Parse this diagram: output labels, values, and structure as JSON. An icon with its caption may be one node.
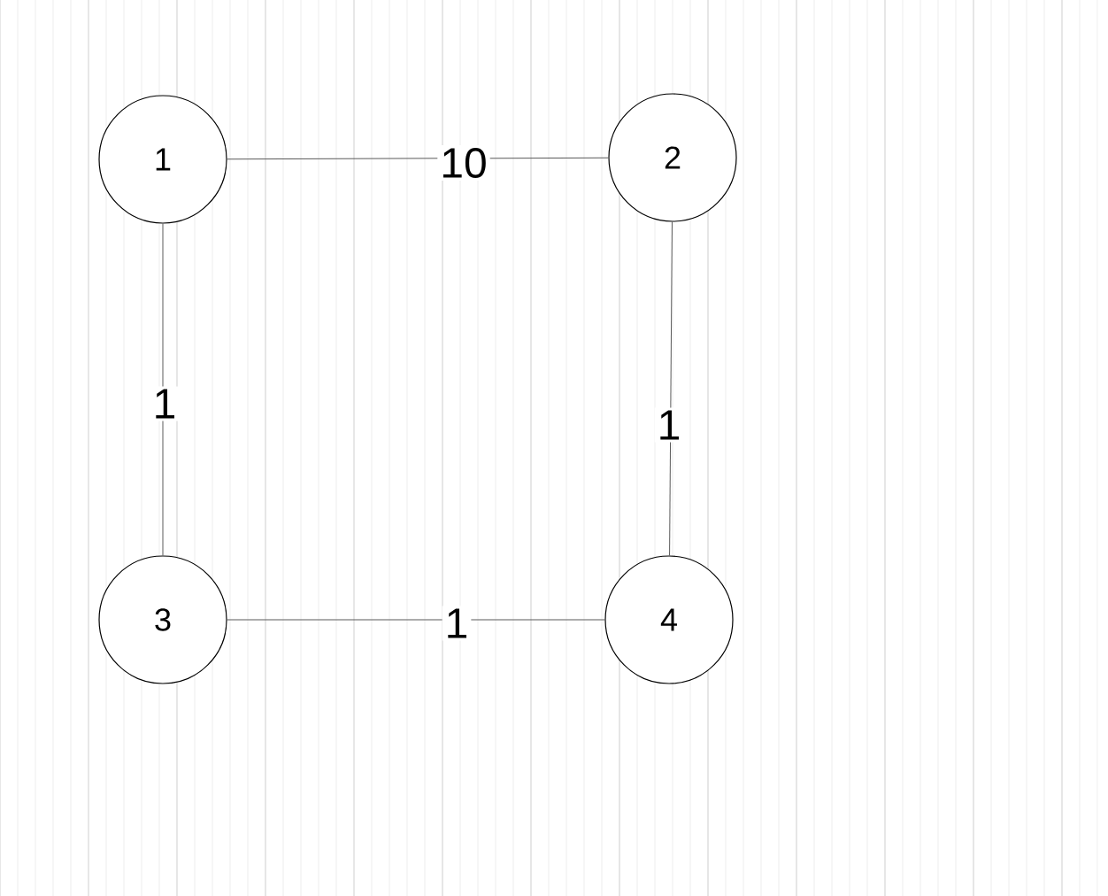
{
  "diagram": {
    "nodes": [
      {
        "text": [
          "1"
        ]
      },
      {
        "text": [
          "2"
        ]
      },
      {
        "text": [
          "3"
        ]
      },
      {
        "text": [
          "4"
        ]
      }
    ],
    "edges": [
      {
        "from": 0,
        "to": 1,
        "arrow": "none",
        "label": "10"
      },
      {
        "from": 0,
        "to": 2,
        "arrow": "none",
        "label": "1"
      },
      {
        "from": 1,
        "to": 3,
        "arrow": "none",
        "label": "1"
      },
      {
        "from": 2,
        "to": 3,
        "arrow": "none",
        "label": "1"
      }
    ]
  }
}
